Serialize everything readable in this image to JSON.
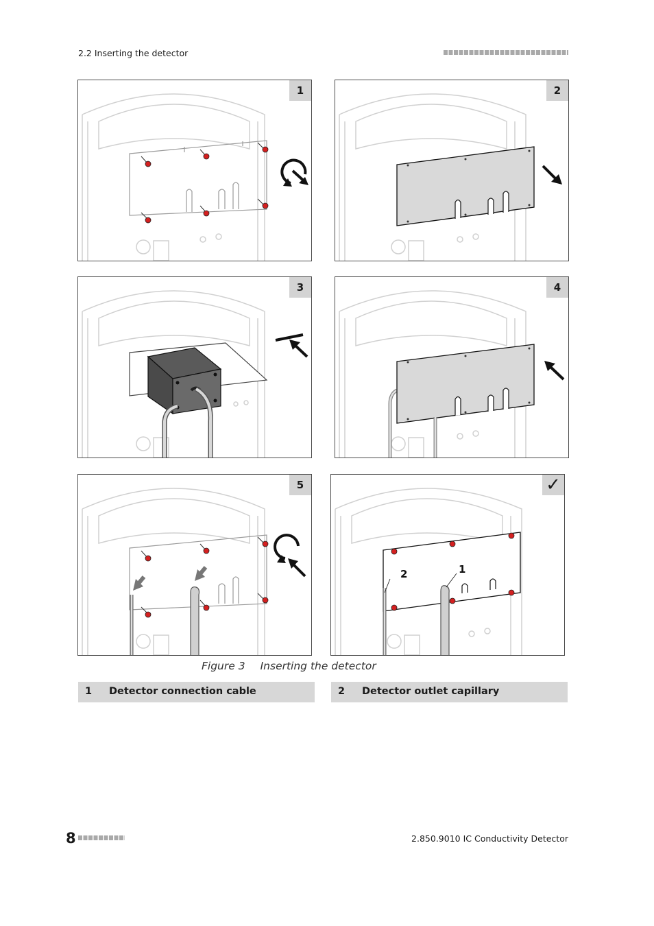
{
  "header": {
    "section": "2.2 Inserting the detector"
  },
  "panels": [
    {
      "step": "1"
    },
    {
      "step": "2"
    },
    {
      "step": "3"
    },
    {
      "step": "4"
    },
    {
      "step": "5"
    },
    {
      "step": "✓"
    }
  ],
  "callouts": {
    "cable": "1",
    "capillary": "2"
  },
  "figure": {
    "label": "Figure 3",
    "title": "Inserting the detector"
  },
  "legend": [
    {
      "num": "1",
      "text": "Detector connection cable"
    },
    {
      "num": "2",
      "text": "Detector outlet capillary"
    }
  ],
  "footer": {
    "page": "8",
    "document": "2.850.9010 IC Conductivity Detector"
  },
  "colors": {
    "screw": "#d42020",
    "plate": "#d9d9d9",
    "badge": "#d3d3d3",
    "legend_bg": "#d7d7d7"
  }
}
